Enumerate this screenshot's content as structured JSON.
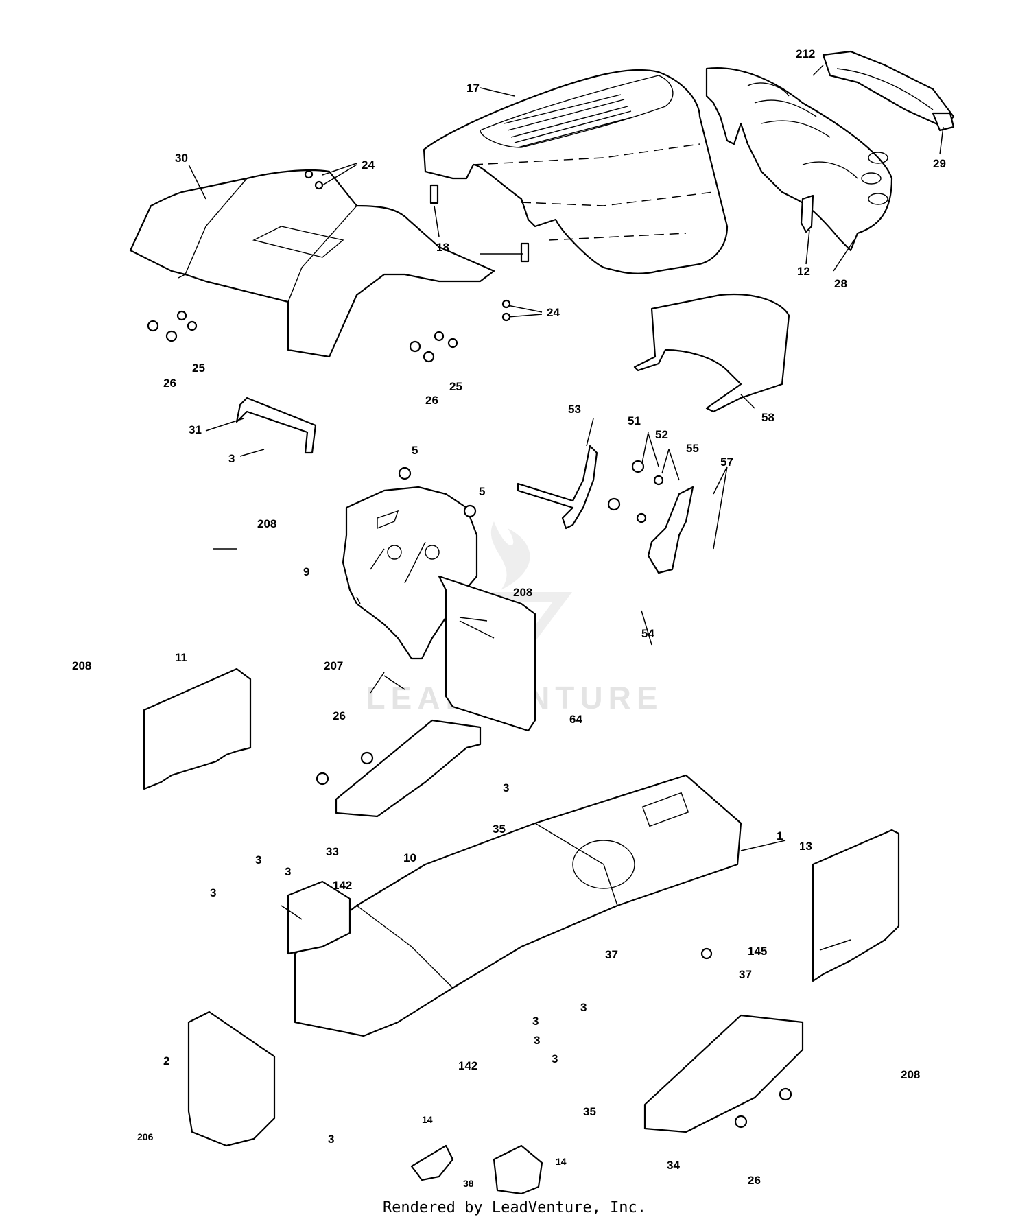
{
  "footer": "Rendered by LeadVenture, Inc.",
  "watermark": "LEADVENTURE",
  "labels": {
    "l17": "17",
    "l212": "212",
    "l29": "29",
    "l30": "30",
    "l24a": "24",
    "l24b": "24",
    "l18": "18",
    "l12": "12",
    "l28": "28",
    "l25a": "25",
    "l25b": "25",
    "l26a": "26",
    "l26b": "26",
    "l58": "58",
    "l31": "31",
    "l3a": "3",
    "l53": "53",
    "l51": "51",
    "l52": "52",
    "l55": "55",
    "l57": "57",
    "l5a": "5",
    "l5b": "5",
    "l208a": "208",
    "l9": "9",
    "l208b": "208",
    "l54": "54",
    "l207": "207",
    "l11": "11",
    "l208c": "208",
    "l64": "64",
    "l26c": "26",
    "l3b": "3",
    "l35a": "35",
    "l33": "33",
    "l10": "10",
    "l1": "1",
    "l13": "13",
    "l3c": "3",
    "l3d": "3",
    "l3e": "3",
    "l142a": "142",
    "l145": "145",
    "l37a": "37",
    "l37b": "37",
    "l3f": "3",
    "l3g": "3",
    "l3h": "3",
    "l3i": "3",
    "l2": "2",
    "l142b": "142",
    "l208d": "208",
    "l35b": "35",
    "l206": "206",
    "l3j": "3",
    "l14a": "14",
    "l14b": "14",
    "l38": "38",
    "l34": "34",
    "l26d": "26"
  }
}
